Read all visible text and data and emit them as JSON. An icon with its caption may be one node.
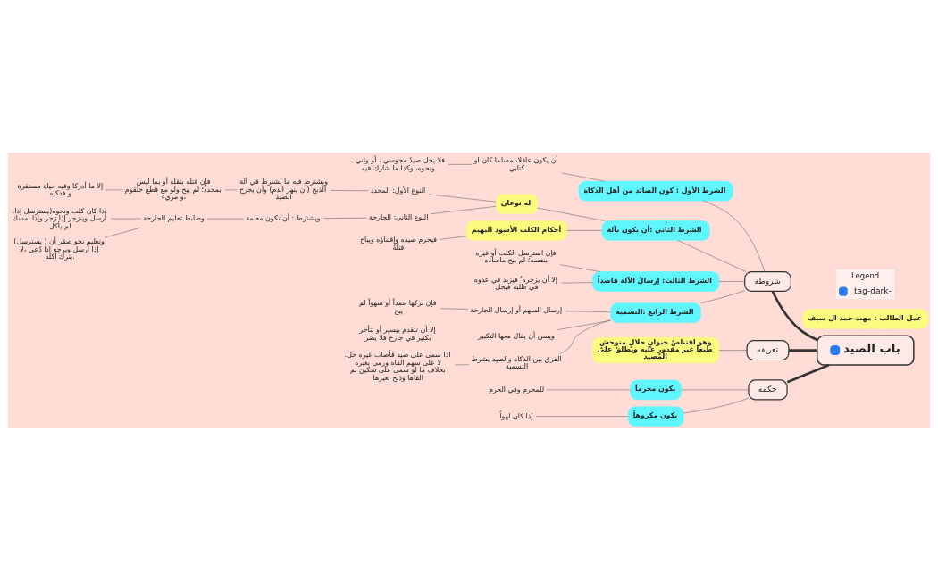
{
  "diagram": {
    "nodes": [
      {
        "text": [
          "باب الصيد"
        ]
      },
      {
        "text": [
          "شروطه"
        ]
      },
      {
        "text": [
          "الشرط الأول : كون الصائد من أهل الذكاة"
        ]
      },
      {
        "text": [
          "أن يكون عاقلا، مسلما كان او كتابي"
        ]
      },
      {
        "text": [
          ". فلا يحل صيدُ مجوسي ، أو وثني ونحوه، وكذا ما شارك فيه"
        ]
      },
      {
        "text": [
          "الشرط الثاني :أن يكون بآلة"
        ]
      },
      {
        "text": [
          "له نوعان"
        ]
      },
      {
        "text": [
          "النوع الأول: المحدد"
        ]
      },
      {
        "text": [
          "ويشترط فيه ما يشترط في آلة الذبح (أن ينهر الدم) وأن يجرح الصيد"
        ]
      },
      {
        "text": [
          "فإن قتله بثقلة أو بما ليس بمحدد؛ لم يبح ولو مع قطع حلقوم و مريء،"
        ]
      },
      {
        "text": [
          "إلا ما أدركا وفيه حياة مستقرة و فذكاه"
        ]
      },
      {
        "text": [
          "النوع الثاني: الجارحة"
        ]
      },
      {
        "text": [
          "ويشترط : أن تكون معلمة"
        ]
      },
      {
        "text": [
          "وضابط تعليم الجارحة"
        ]
      },
      {
        "text": [
          ".إذا كان كلب ونحوه(يسترسل إذا أُرسل وينزجر إذا زجر وإذا أمسك لم يأكل"
        ]
      },
      {
        "text": [
          "(وتعليم نحو صقر أن ( يسترسل إذا أُرسل ويرجع إذا دُعي ،لا بترك أكله."
        ]
      },
      {
        "text": [
          "أحكام الكلب الأسود البهيم"
        ]
      },
      {
        "text": [
          "فيحرم صيده وإقتناؤه ويباح قتلُهُ"
        ]
      },
      {
        "text": [
          "الشرط الثالث: إرسالُ الآلة قاصداً"
        ]
      },
      {
        "text": [
          "فإن استرسل الكلب أو غيره بنفسه؛ لم يبح ماصاده"
        ]
      },
      {
        "text": [
          "إلا أن يزجره ُ فيزيد في عدوه في طلبه فيحل"
        ]
      },
      {
        "text": [
          "الشرط الرابع :التسمية"
        ]
      },
      {
        "text": [
          "إرسال السهم أو إرسال الجارحة"
        ]
      },
      {
        "text": [
          "فإن تركها عمداً أو سهواً لم يبح"
        ]
      },
      {
        "text": [
          "ويسن أن يقال معها التكبير"
        ]
      },
      {
        "text": [
          "الفرق بين الذكاة والصيد بشرط التسمية"
        ]
      },
      {
        "text": [
          ".اذا سمى على صيد فأصاب غيره حل لا على سهم القاه ورمى بغيره بخلاف ما لو سمى على سكين ثم القاها وذبح بغيرها"
        ]
      },
      {
        "text": [
          "تعريفه"
        ]
      },
      {
        "text": [
          "وهو اقتناصُ حيوانٍ حلالٍ متوحشٍ طبعاً غير مقدورٍ عليه ويطلقُ على المصيد"
        ]
      },
      {
        "text": [
          "حكمه"
        ]
      },
      {
        "text": [
          "يكون محرماً"
        ]
      },
      {
        "text": [
          "للمحرم وفي الحرم"
        ]
      },
      {
        "text": [
          "يكون مكروهاً"
        ]
      },
      {
        "text": [
          "إذا كان لهواً"
        ]
      },
      {
        "text": [
          "عمل الطالب : مهند حمد ال سيف"
        ]
      }
    ],
    "edges": [
      {
        "from": 0,
        "to": 1,
        "arrow": "none",
        "style": "thick",
        "color": "#333333"
      },
      {
        "from": 0,
        "to": 27,
        "arrow": "none",
        "style": "thick",
        "color": "#333333"
      },
      {
        "from": 0,
        "to": 29,
        "arrow": "none",
        "style": "thick",
        "color": "#333333"
      },
      {
        "from": 1,
        "to": 2,
        "arrow": "none"
      },
      {
        "from": 2,
        "to": 3,
        "arrow": "none"
      },
      {
        "from": 3,
        "to": 4,
        "arrow": "none"
      },
      {
        "from": 1,
        "to": 5,
        "arrow": "none"
      },
      {
        "from": 5,
        "to": 6,
        "arrow": "none"
      },
      {
        "from": 6,
        "to": 7,
        "arrow": "none"
      },
      {
        "from": 7,
        "to": 8,
        "arrow": "none"
      },
      {
        "from": 8,
        "to": 9,
        "arrow": "none"
      },
      {
        "from": 9,
        "to": 10,
        "arrow": "none"
      },
      {
        "from": 6,
        "to": 11,
        "arrow": "none"
      },
      {
        "from": 11,
        "to": 12,
        "arrow": "none"
      },
      {
        "from": 12,
        "to": 13,
        "arrow": "none"
      },
      {
        "from": 13,
        "to": 14,
        "arrow": "none"
      },
      {
        "from": 13,
        "to": 15,
        "arrow": "none"
      },
      {
        "from": 5,
        "to": 16,
        "arrow": "none"
      },
      {
        "from": 16,
        "to": 17,
        "arrow": "none"
      },
      {
        "from": 1,
        "to": 18,
        "arrow": "none"
      },
      {
        "from": 18,
        "to": 19,
        "arrow": "none"
      },
      {
        "from": 18,
        "to": 20,
        "arrow": "none"
      },
      {
        "from": 1,
        "to": 21,
        "arrow": "none"
      },
      {
        "from": 21,
        "to": 22,
        "arrow": "none"
      },
      {
        "from": 22,
        "to": 23,
        "arrow": "none"
      },
      {
        "from": 21,
        "to": 24,
        "arrow": "none"
      },
      {
        "from": 21,
        "to": 25,
        "arrow": "none"
      },
      {
        "from": 25,
        "to": 26,
        "arrow": "none"
      },
      {
        "from": 27,
        "to": 28,
        "arrow": "none"
      },
      {
        "from": 29,
        "to": 30,
        "arrow": "none"
      },
      {
        "from": 30,
        "to": 31,
        "arrow": "none"
      },
      {
        "from": 29,
        "to": 32,
        "arrow": "none"
      },
      {
        "from": 32,
        "to": 33,
        "arrow": "none"
      }
    ],
    "labels": [
      "Legend",
      "إلا أن تتقدم بيسير أو تتأخر بكثير في جارح فلا يضر"
    ],
    "legend": [
      {
        "text": "tag-dark-",
        "color": "#2b7bf7"
      }
    ]
  }
}
